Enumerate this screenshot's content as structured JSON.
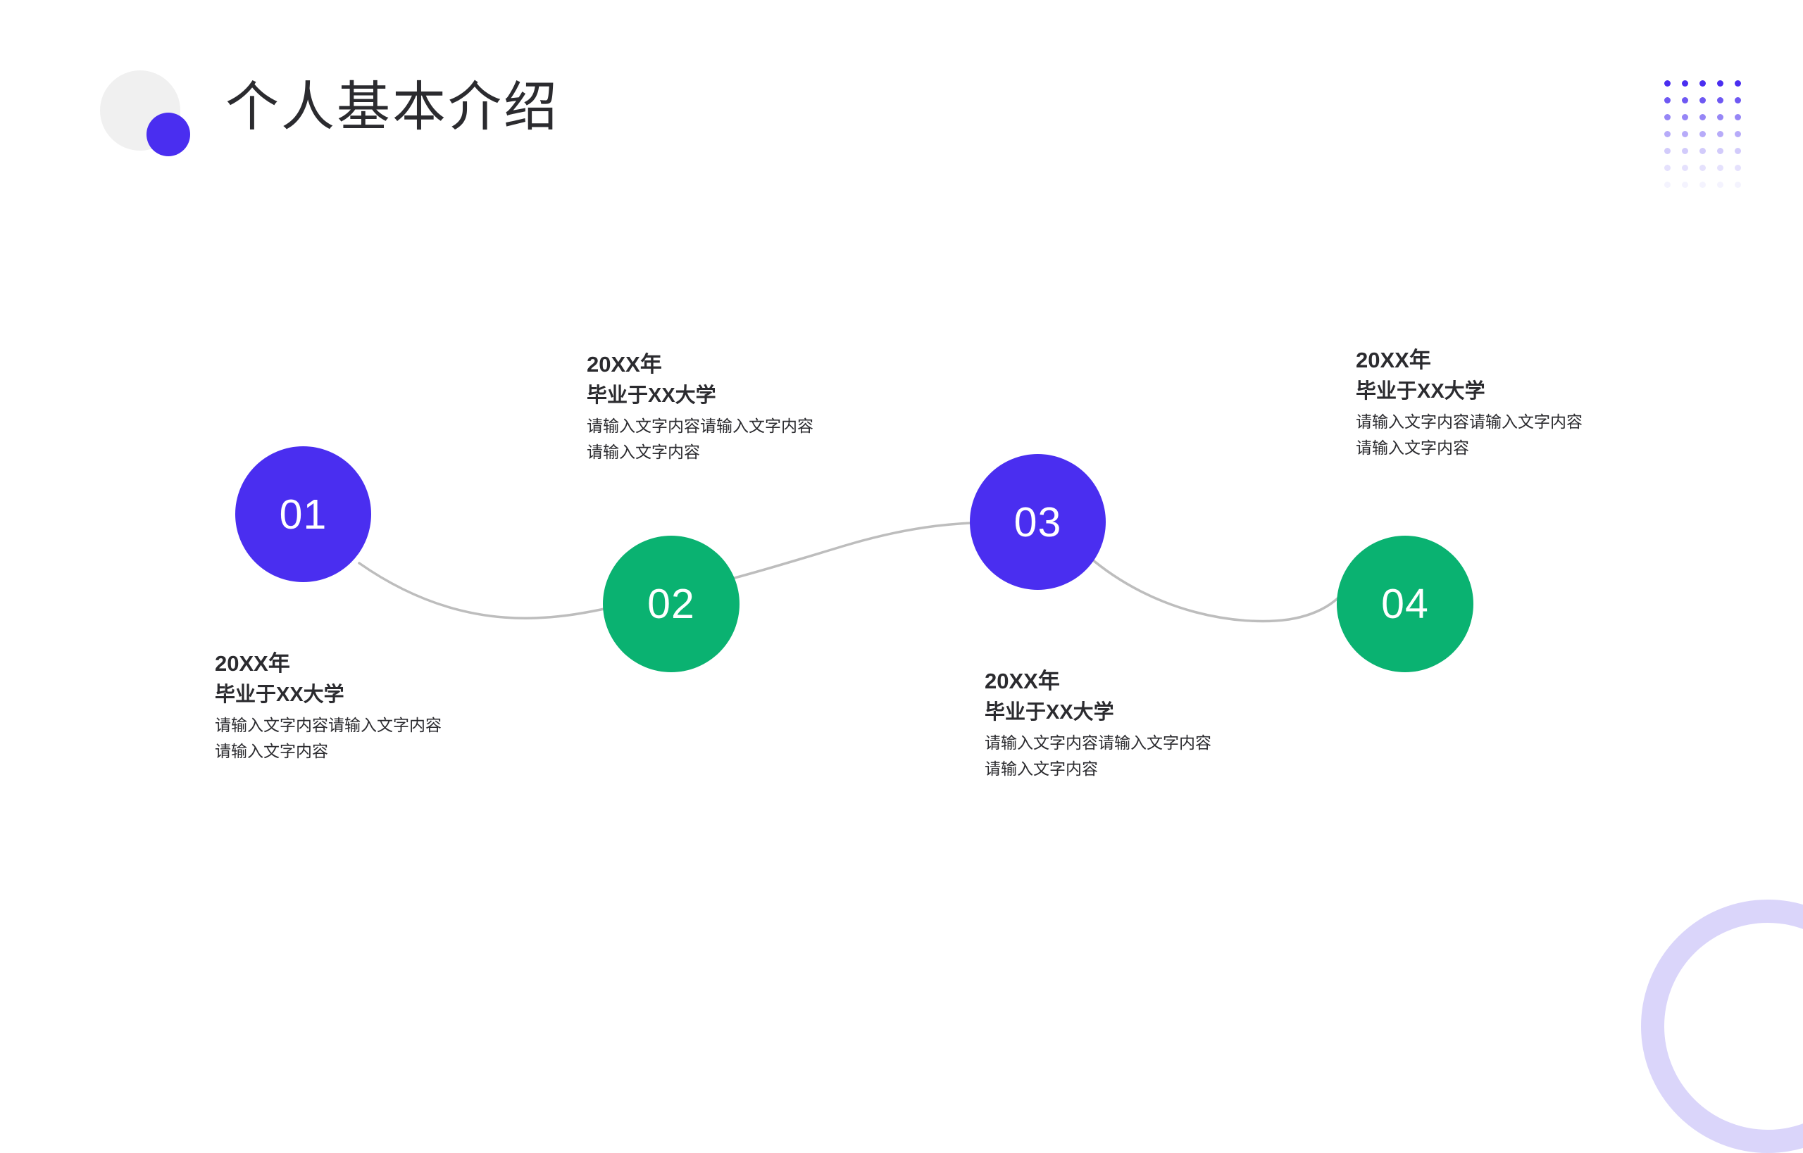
{
  "header": {
    "title": "个人基本介绍",
    "decor": {
      "gray_blob": "#f0f0f0",
      "blue_blob": "#4a2ef0"
    }
  },
  "theme": {
    "blue": "#4a2ef0",
    "green": "#0ab271",
    "text": "#2b2b2f",
    "line": "#bdbdbd",
    "lavender": "#dad5fa",
    "background": "#ffffff"
  },
  "decor": {
    "dot_grid": {
      "columns": 5,
      "rows": 7,
      "color": "#4a2ef0"
    },
    "corner_ring_color": "#dad5fa"
  },
  "timeline": {
    "nodes": [
      {
        "number": "01",
        "color": "blue",
        "label_position": "below"
      },
      {
        "number": "02",
        "color": "green",
        "label_position": "above"
      },
      {
        "number": "03",
        "color": "blue",
        "label_position": "below"
      },
      {
        "number": "04",
        "color": "green",
        "label_position": "above"
      }
    ],
    "entries": [
      {
        "year": "20XX年",
        "school": "毕业于XX大学",
        "desc_line1": "请输入文字内容请输入文字内容",
        "desc_line2": "请输入文字内容"
      },
      {
        "year": "20XX年",
        "school": "毕业于XX大学",
        "desc_line1": "请输入文字内容请输入文字内容",
        "desc_line2": "请输入文字内容"
      },
      {
        "year": "20XX年",
        "school": "毕业于XX大学",
        "desc_line1": "请输入文字内容请输入文字内容",
        "desc_line2": "请输入文字内容"
      },
      {
        "year": "20XX年",
        "school": "毕业于XX大学",
        "desc_line1": "请输入文字内容请输入文字内容",
        "desc_line2": "请输入文字内容"
      }
    ]
  }
}
